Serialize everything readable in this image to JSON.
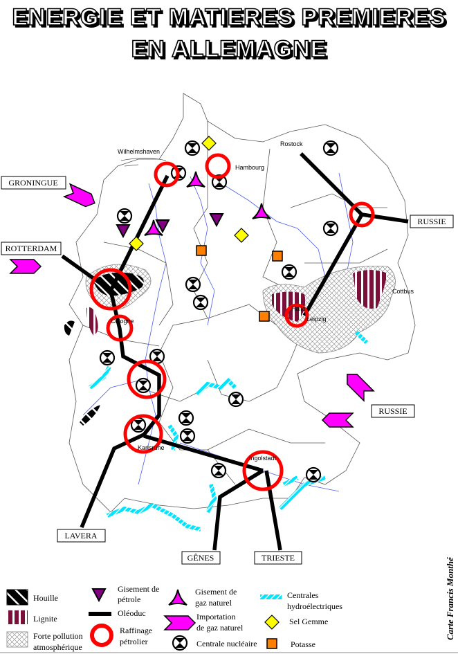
{
  "title": {
    "line1": "ENERGIE ET MATIERES PREMIERES",
    "line2": "EN ALLEMAGNE"
  },
  "cities": {
    "wilhelmshaven": "Wilhelmshaven",
    "hambourg": "Hambourg",
    "rostock": "Rostock",
    "cologne": "Cologne",
    "halle": "Halle",
    "leipzig": "Leipzig",
    "cottbus": "Cottbus",
    "karlsruhe": "Karlsruhe",
    "ingolstadt": "Ingolstadt"
  },
  "origins": {
    "groningue": "GRONINGUE",
    "rotterdam": "ROTTERDAM",
    "russie_north": "RUSSIE",
    "russie_east": "RUSSIE",
    "lavera": "LAVERA",
    "genes": "GÊNES",
    "trieste": "TRIESTE"
  },
  "legend": {
    "houille": "Houille",
    "lignite": "Lignite",
    "pollution_1": "Forte pollution",
    "pollution_2": "atmosphérique",
    "petrole_1": "Gisement de",
    "petrole_2": "pétrole",
    "oleoduc": "Oléoduc",
    "raffinage_1": "Raffinage",
    "raffinage_2": "pétrolier",
    "gaz_1": "Gisement de",
    "gaz_2": "gaz naturel",
    "import_1": "Importation",
    "import_2": "de gaz naturel",
    "nucleaire": "Centrale nucléaire",
    "hydro_1": "Centrales",
    "hydro_2": "hydroélectriques",
    "sel": "Sel Gemme",
    "potasse": "Potasse"
  },
  "credit": "Carte Francis Monthé",
  "colors": {
    "refinery": "#ff0000",
    "gas": "#ff00ff",
    "oil": "#800080",
    "lignite": "#7a0f3a",
    "salt": "#ffff00",
    "potash": "#ff8000",
    "hydro": "#00e5ff"
  }
}
